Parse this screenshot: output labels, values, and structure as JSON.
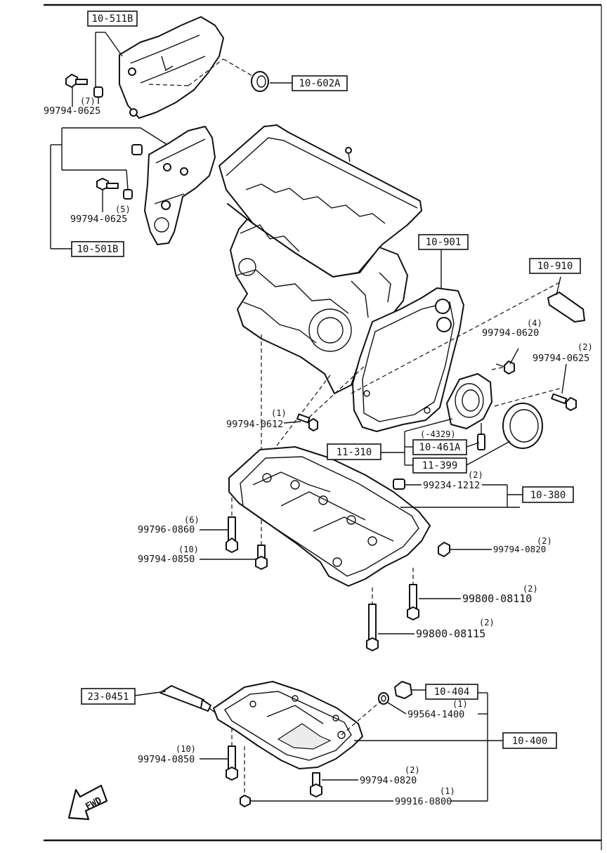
{
  "ref_boxes": {
    "r1": "10-511B",
    "r2": "10-602A",
    "r3": "10-501B",
    "r4": "10-901",
    "r5": "10-910",
    "r6": "11-310",
    "r7": "10-461A",
    "r8": "11-399",
    "r9": "10-380",
    "r10": "23-0451",
    "r11": "10-404",
    "r12": "10-400"
  },
  "part_numbers": {
    "p1": "99794-0625",
    "p2": "99794-0625",
    "p3": "99794-0620",
    "p4": "99794-0625",
    "p5": "99794-0612",
    "p6": "99234-1212",
    "p7": "99796-0860",
    "p8": "99794-0850",
    "p9": "99794-0820",
    "p10": "99800-08110",
    "p11": "99800-08115",
    "p12": "99564-1400",
    "p13": "99794-0850",
    "p14": "99794-0820",
    "p15": "99916-0800"
  },
  "quantities": {
    "q1": "(7)",
    "q2": "(5)",
    "q3": "(4)",
    "q4": "(2)",
    "q5": "(1)",
    "q6": "(-4329)",
    "q7": "(2)",
    "q8": "(6)",
    "q9": "(10)",
    "q10": "(2)",
    "q11": "(2)",
    "q12": "(2)",
    "q13": "(1)",
    "q14": "(10)",
    "q15": "(2)",
    "q16": "(1)"
  },
  "direction_arrow": {
    "label": "FWD",
    "icon": "fwd-arrow-icon"
  }
}
